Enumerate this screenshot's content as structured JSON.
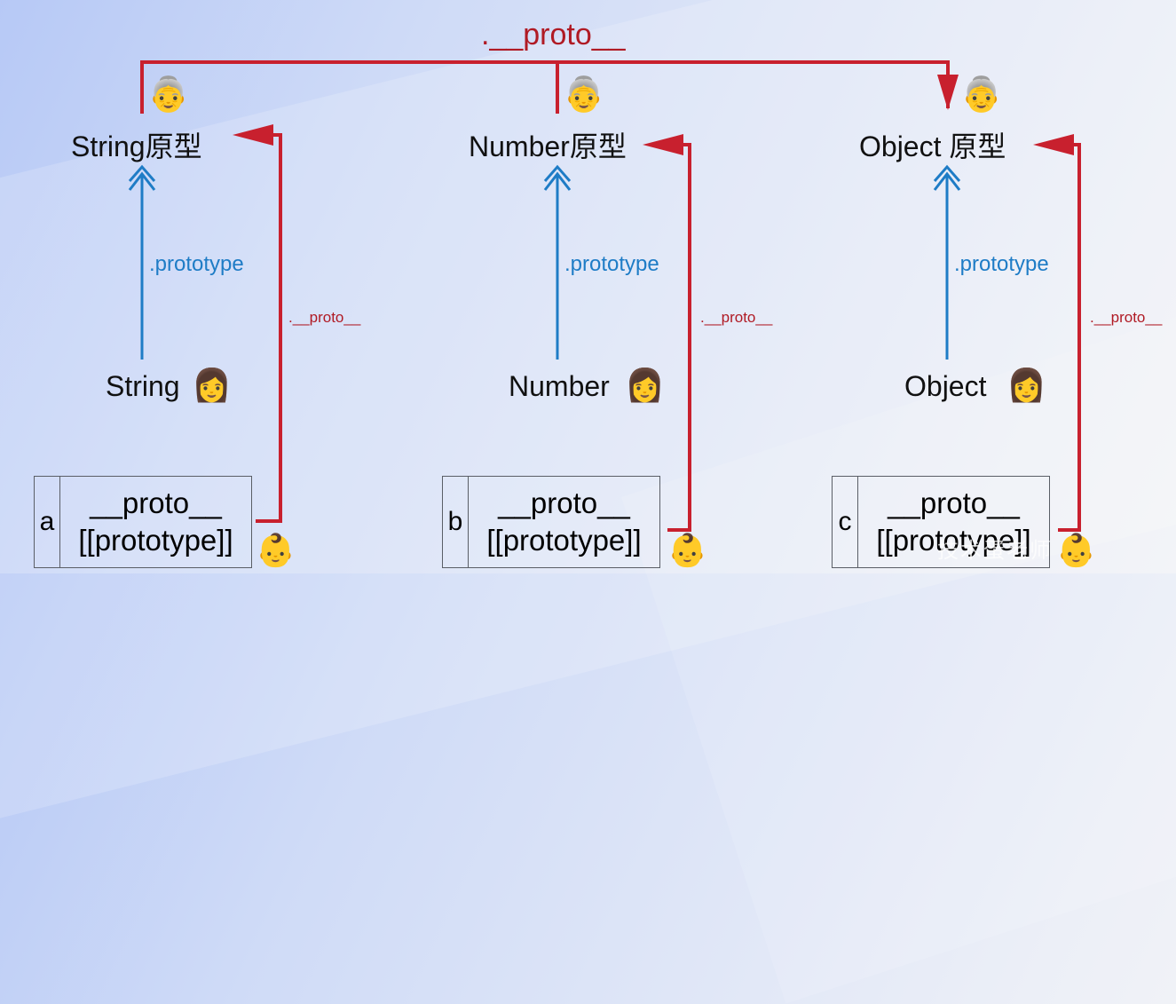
{
  "top_label": ".__proto__",
  "prototypes": [
    {
      "label": "String原型",
      "emoji": "👵"
    },
    {
      "label": "Number原型",
      "emoji": "👵"
    },
    {
      "label": "Object 原型",
      "emoji": "👵"
    }
  ],
  "prototype_link": ".prototype",
  "proto_link": ".__proto__",
  "constructors": [
    {
      "label": "String",
      "emoji": "👩"
    },
    {
      "label": "Number",
      "emoji": "👩"
    },
    {
      "label": "Object",
      "emoji": "👩"
    }
  ],
  "instances": [
    {
      "var": "a",
      "field1": "__proto__",
      "field2": "[[prototype]]",
      "emoji": "👶"
    },
    {
      "var": "b",
      "field1": "__proto__",
      "field2": "[[prototype]]",
      "emoji": "👶"
    },
    {
      "var": "c",
      "field1": "__proto__",
      "field2": "[[prototype]]",
      "emoji": "👶"
    }
  ],
  "watermark": "技术蛋老师",
  "colors": {
    "proto_red": "#c8202e",
    "prototype_blue": "#1e7cc6"
  }
}
